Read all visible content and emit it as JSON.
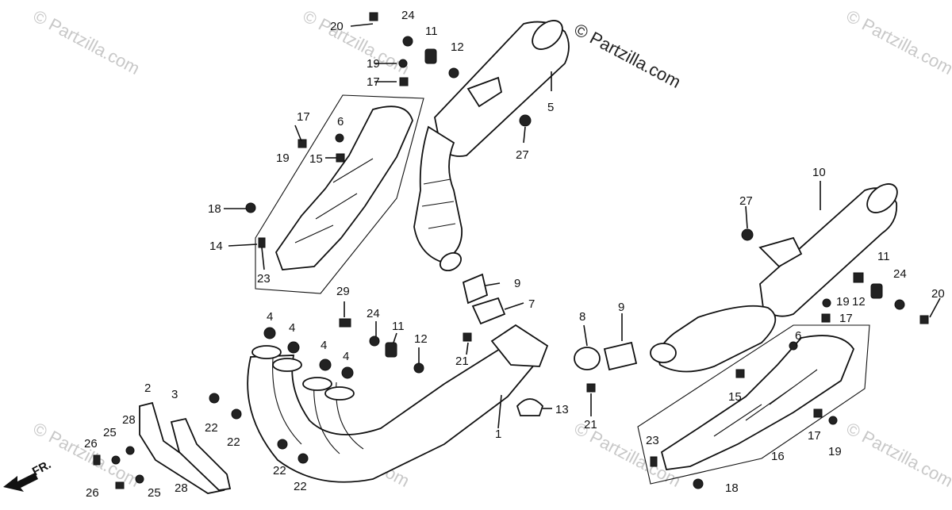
{
  "watermark": "© Partzilla.com",
  "direction_label": "FR.",
  "callouts": {
    "c1": "1",
    "c2": "2",
    "c3": "3",
    "c4a": "4",
    "c4b": "4",
    "c4c": "4",
    "c4d": "4",
    "c5": "5",
    "c6a": "6",
    "c6b": "6",
    "c7": "7",
    "c8": "8",
    "c9a": "9",
    "c9b": "9",
    "c10": "10",
    "c11a": "11",
    "c11b": "11",
    "c11c": "11",
    "c12a": "12",
    "c12b": "12",
    "c12c": "12",
    "c13": "13",
    "c14": "14",
    "c15a": "15",
    "c15b": "15",
    "c16": "16",
    "c17a": "17",
    "c17b": "17",
    "c17c": "17",
    "c17d": "17",
    "c18a": "18",
    "c18b": "18",
    "c19a": "19",
    "c19b": "19",
    "c19c": "19",
    "c19d": "19",
    "c20a": "20",
    "c20b": "20",
    "c21a": "21",
    "c21b": "21",
    "c22a": "22",
    "c22b": "22",
    "c22c": "22",
    "c22d": "22",
    "c23a": "23",
    "c23b": "23",
    "c24a": "24",
    "c24b": "24",
    "c24c": "24",
    "c25a": "25",
    "c25b": "25",
    "c26a": "26",
    "c26b": "26",
    "c27a": "27",
    "c27b": "27",
    "c28a": "28",
    "c28b": "28",
    "c29": "29"
  }
}
